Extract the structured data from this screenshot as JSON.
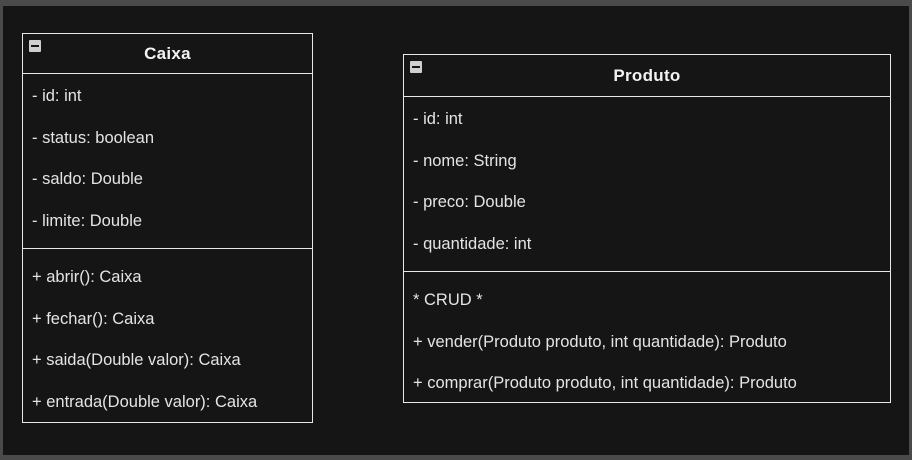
{
  "classes": {
    "caixa": {
      "name": "Caixa",
      "attributes": [
        "- id: int",
        "- status: boolean",
        "- saldo: Double",
        "- limite: Double"
      ],
      "methods": [
        "+ abrir(): Caixa",
        "+ fechar(): Caixa",
        "+ saida(Double valor): Caixa",
        "+ entrada(Double valor): Caixa"
      ]
    },
    "produto": {
      "name": "Produto",
      "attributes": [
        "- id: int",
        "- nome: String",
        "- preco: Double",
        "- quantidade: int"
      ],
      "methods": [
        "* CRUD *",
        "+ vender(Produto produto, int quantidade): Produto",
        "+ comprar(Produto produto, int quantidade): Produto"
      ]
    }
  },
  "icons": {
    "collapse": "collapse-icon"
  },
  "colors": {
    "canvas": "#151515",
    "frame": "#4a4a4a",
    "border": "#e8e8e8",
    "text": "#e4e4e4"
  }
}
